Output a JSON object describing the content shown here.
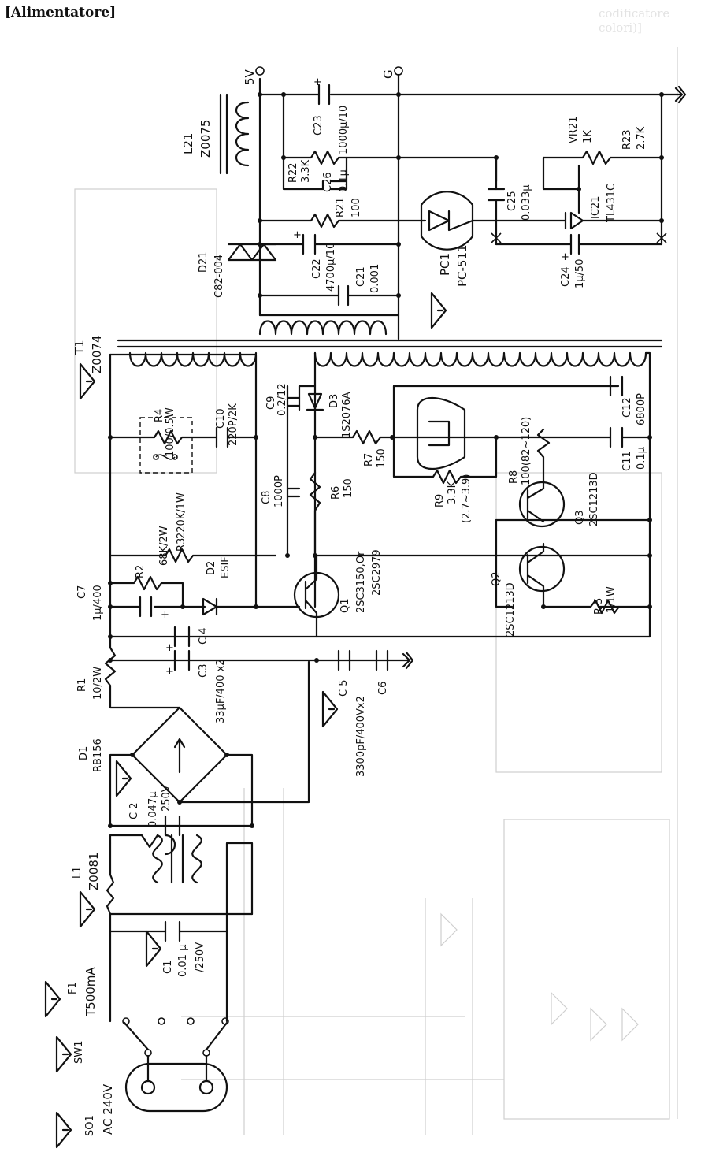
{
  "header": {
    "title": "[Alimentatore]",
    "faded_header": "codificatore colori)]"
  },
  "rotated_labels": {
    "so1": "SO1",
    "ac": "AC 240V",
    "sw1": "SW1",
    "f1": "F1",
    "f1v": "T500mA",
    "c1": "C1",
    "c1v": "0.01 µ",
    "c1v2": "/250V",
    "l1": "L1",
    "l1v": "Z0081",
    "c2": "C 2",
    "c2v": "0.047µ",
    "c2v2": "250V",
    "d1": "D1",
    "d1v": "RB156",
    "r1": "R1",
    "r1v": "10/2W",
    "c3": "C3",
    "c4": "C 4",
    "c34v": "33µF/400 x2",
    "c5": "C 5",
    "c6": "C6",
    "c56v": "3300pF/400Vx2",
    "c7": "C7",
    "c7v": "1µ/400",
    "r2": "R2",
    "r2v": "68K/2W",
    "r3": "R3",
    "r3v": "220K/1W",
    "r4": "R4",
    "r4v": "100/0.5W",
    "c10": "C10",
    "c10v": "220P/2K",
    "d2": "D2",
    "d2v": "ESIF",
    "q1": "Q1",
    "q1v": "2SC3150,Or",
    "q1v2": "2SC2979",
    "c8": "C8",
    "c8v": "1000P",
    "r6": "R6",
    "r6v": "150",
    "c9": "C9",
    "c9v": "0.2/12",
    "d3": "D3",
    "d3v": "1S2076A",
    "r7": "R7",
    "r7v": "150",
    "t1": "T1",
    "t1v": "Z0074",
    "r9": "R9",
    "r9v": "3.3K",
    "r9v2": "(2.7~3.9)",
    "r8": "R8",
    "r8v": "100(82~120)",
    "q2": "Q2",
    "q2v": "2SC1213D",
    "q3": "Q3",
    "q3v": "2SC1213D",
    "r5": "R 5",
    "r5v": "1/1W",
    "c11": "C11",
    "c11v": "0.1µ",
    "c12": "C12",
    "c12v": "6800P",
    "l21": "L21",
    "l21v": "Z0075",
    "d21": "D21",
    "d21v": "C82-004",
    "c22": "C22",
    "c22v": "4700µ/10",
    "c21": "C21",
    "c21v": "0.001",
    "r21": "R21",
    "r21v": "100",
    "r22": "R22",
    "r22v": "3.3K",
    "c26": "C26",
    "c26v": "0.1µ",
    "c23": "C23",
    "c23v": "1000µ/10",
    "pc1": "PC1",
    "pc1v": "PC-511",
    "c25": "C25",
    "c25v": "0.033µ",
    "vr21": "VR21",
    "vr21v": "1K",
    "r23": "R23",
    "r23v": "2.7K",
    "ic21": "IC21",
    "ic21v": "TL431C",
    "c24": "C24",
    "c24v": "1µ/50",
    "v5": "5V",
    "g": "G",
    "plus": "+"
  },
  "colors": {
    "ink": "#111111",
    "ghost": "#cfcfcf",
    "paper": "#ffffff"
  }
}
